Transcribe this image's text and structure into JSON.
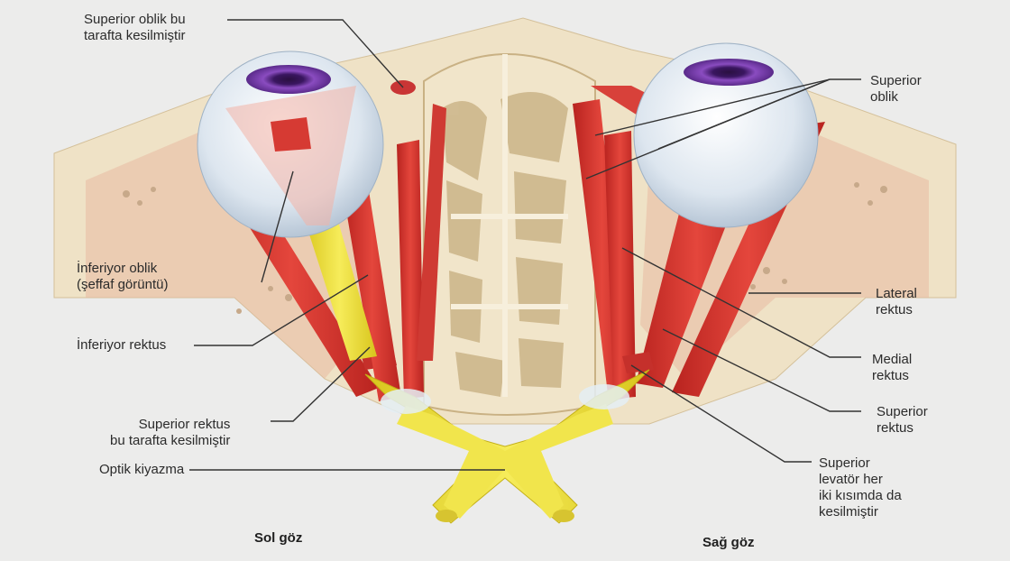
{
  "labels": {
    "superior_oblique_cut": "Superior oblik bu\ntarafta kesilmiştir",
    "superior_oblique": "Superior\noblik",
    "inferior_oblique": "İnferiyor oblik\n(şeffaf görüntü)",
    "inferior_rectus": "İnferiyor rektus",
    "lateral_rectus": "Lateral\nrektus",
    "medial_rectus": "Medial\nrektus",
    "superior_rectus_cut": "Superior rektus\nbu tarafta kesilmiştir",
    "superior_rectus": "Superior\nrektus",
    "optic_chiasm": "Optik kiyazma",
    "levator": "Superior\nlevatör her\niki kısımda da\nkesilmiştir"
  },
  "captions": {
    "left_eye": "Sol göz",
    "right_eye": "Sağ göz"
  },
  "colors": {
    "bone": "#efe3c8",
    "bone_shadow": "#d9c7a3",
    "orbit_tissue": "#e8b8a0",
    "muscle": "#d8342f",
    "muscle_light": "#ea6a5a",
    "nerve": "#efe23a",
    "eyeball": "#dfe7f0",
    "iris": "#7b3fa8"
  }
}
